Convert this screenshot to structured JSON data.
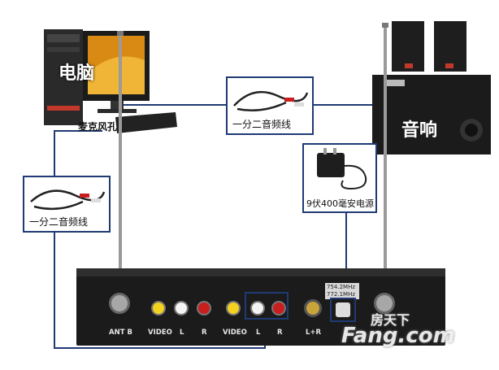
{
  "computer": {
    "label": "电脑",
    "port_label": "麦克风孔"
  },
  "speaker": {
    "label": "音响"
  },
  "cable_top": {
    "label": "一分二音频线"
  },
  "cable_left": {
    "label": "一分二音频线"
  },
  "power": {
    "label": "9伏400毫安电源"
  },
  "receiver": {
    "ant_label": "ANT B",
    "video1_label": "VIDEO",
    "l1_label": "L",
    "r1_label": "R",
    "video2_label": "VIDEO",
    "l2_label": "L",
    "r2_label": "R",
    "lr_label": "L+R",
    "freq_text_1": "754.2MHz",
    "freq_text_2": "772.1MHz"
  },
  "watermark": {
    "line1": "房天下",
    "line2": "Fang.com"
  },
  "colors": {
    "wire": "#1f3a75",
    "panel": "#1b1b1b",
    "yellow_jack": "#f2d21e",
    "red_jack": "#c81e1e",
    "white_jack": "#f4f4f4"
  }
}
